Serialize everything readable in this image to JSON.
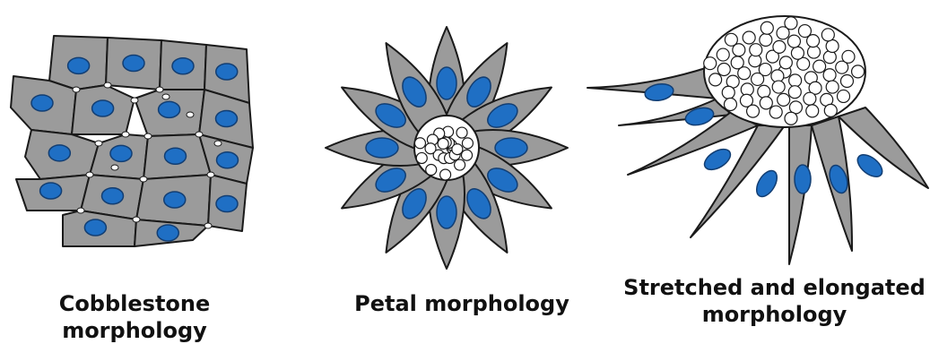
{
  "panels": [
    {
      "id": "cobblestone",
      "caption": "Cobblestone morphology"
    },
    {
      "id": "petal",
      "caption": "Petal morphology"
    },
    {
      "id": "stretched",
      "caption": "Stretched and elongated morphology"
    }
  ],
  "colors": {
    "cell_fill": "#9b9b9b",
    "cell_stroke": "#1a1a1a",
    "nucleus_fill": "#1f6fc4",
    "nucleus_stroke": "#123e73",
    "vesicle_fill": "#ffffff"
  }
}
